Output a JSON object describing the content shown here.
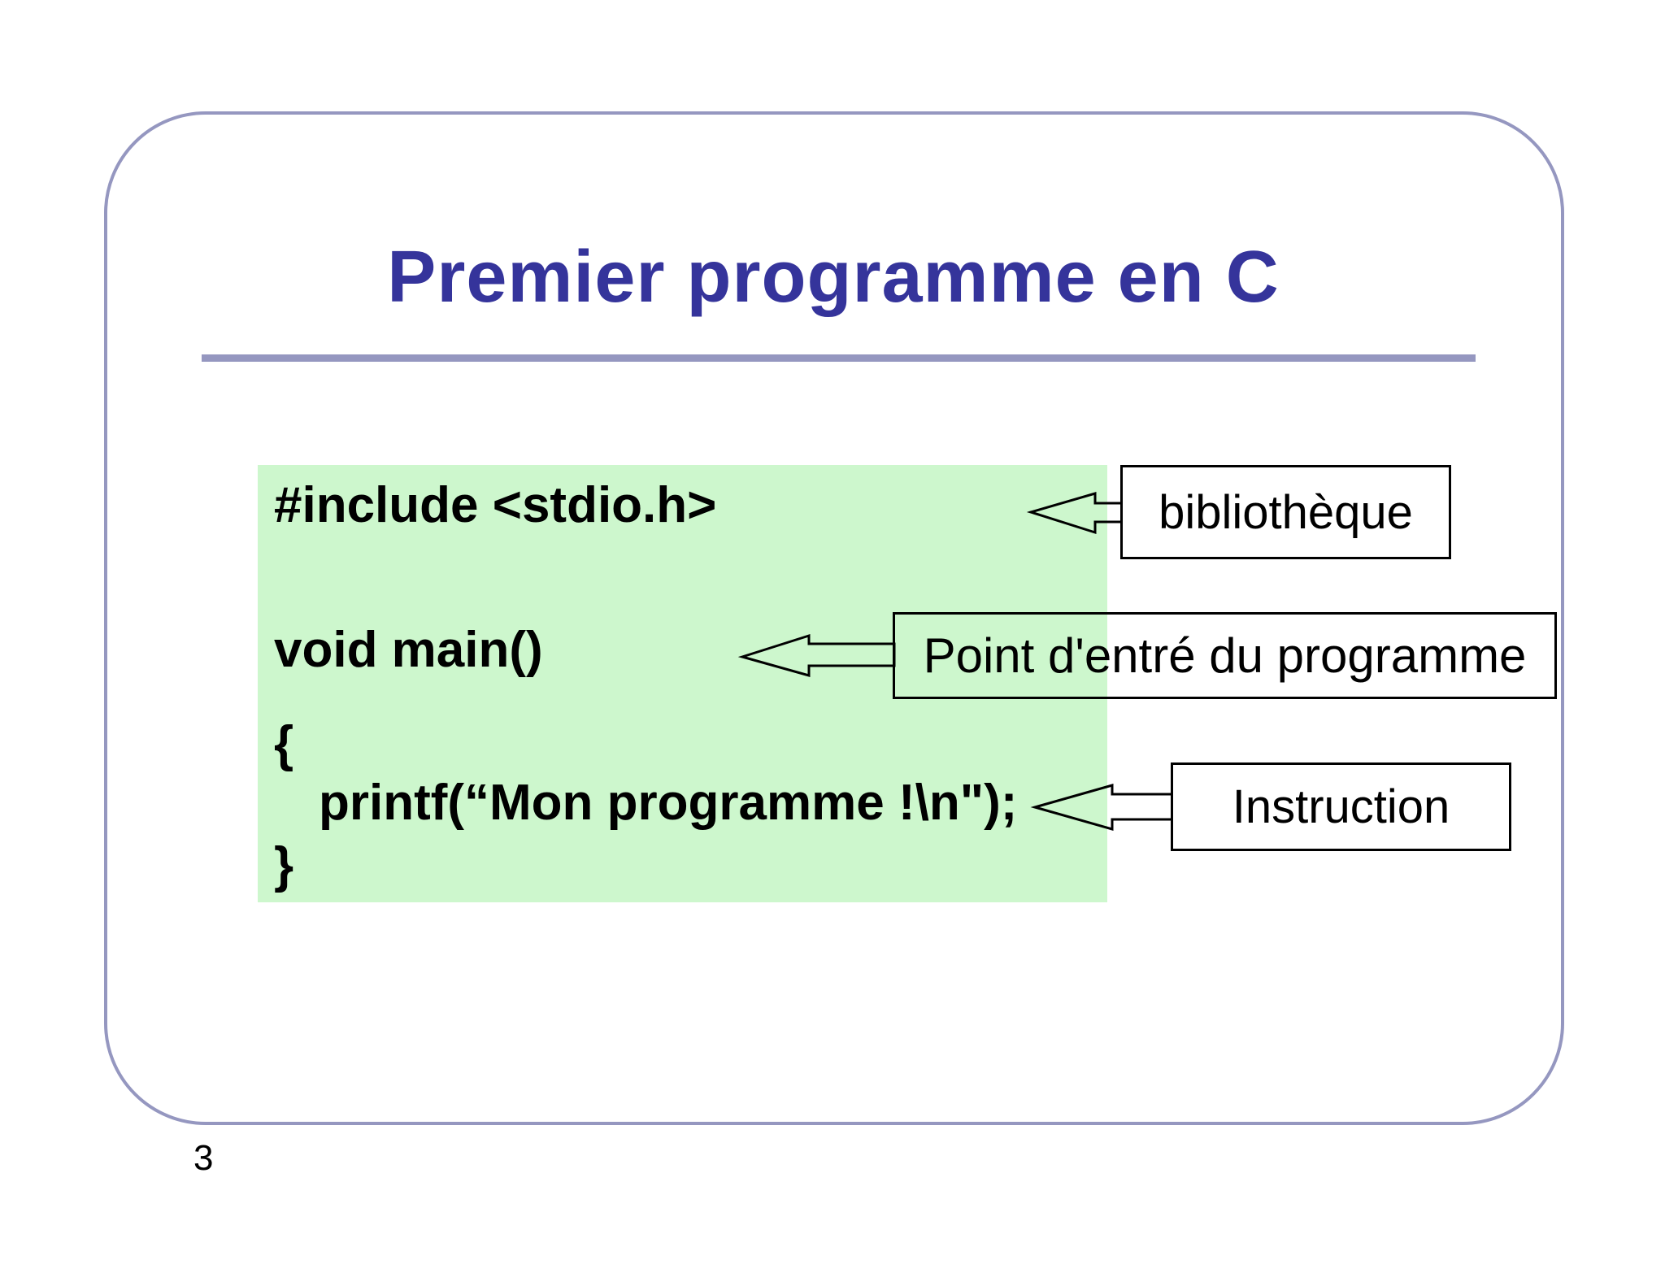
{
  "slide": {
    "title": "Premier programme en C",
    "page_number": "3"
  },
  "colors": {
    "title_color": "#35349b",
    "accent_line": "#9597c0",
    "slide_border": "#9597c0",
    "code_bg": "#cdf7cd",
    "callout_border": "#000000",
    "code_text": "#000000"
  },
  "code": {
    "lines": [
      {
        "text": "#include <stdio.h>"
      },
      {
        "text": "void main()"
      },
      {
        "text": "{"
      },
      {
        "text": "printf(“Mon programme !\\n\");"
      },
      {
        "text": "}"
      }
    ]
  },
  "callouts": [
    {
      "label": "bibliothèque"
    },
    {
      "label": "Point d'entré du programme"
    },
    {
      "label": "Instruction"
    }
  ]
}
